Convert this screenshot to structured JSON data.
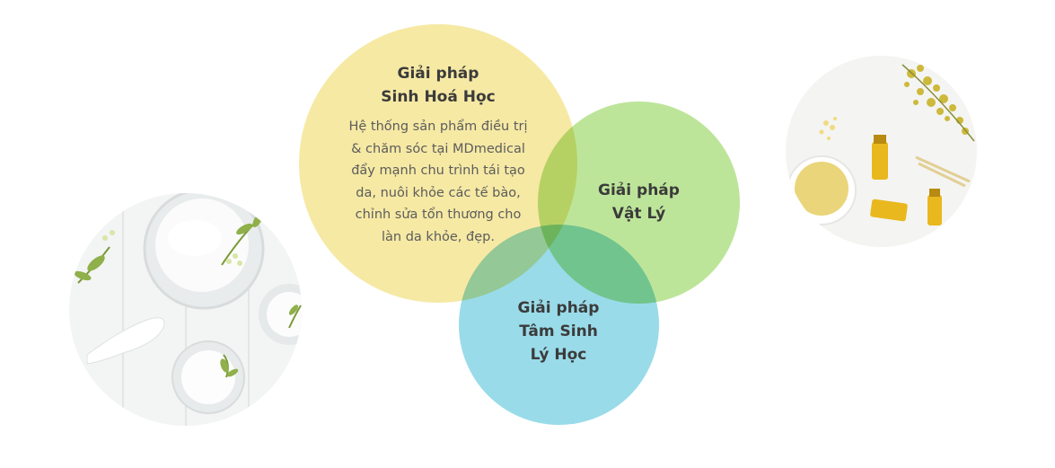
{
  "colors": {
    "yellow_circle": "#f6e9a4",
    "green_circle": "#bde59a",
    "blue_circle": "#99dbe9"
  },
  "photos": {
    "left": "skincare-cream-jars-photo",
    "right": "essential-oils-photo"
  },
  "solutions": {
    "biochemical": {
      "title_line1": "Giải pháp",
      "title_line2": "Sinh Hoá Học",
      "description_lines": [
        "Hệ thống sản phẩm điều trị",
        "& chăm sóc tại MDmedical",
        "đẩy mạnh chu trình tái tạo",
        "da, nuôi khỏe các tế bào,",
        "chỉnh sửa tổn thương cho",
        "làn da khỏe, đẹp."
      ]
    },
    "physical": {
      "title_line1": "Giải pháp",
      "title_line2": "Vật Lý"
    },
    "psychophysiology": {
      "title_line1": "Giải pháp",
      "title_line2": "Tâm Sinh",
      "title_line3": "Lý Học"
    }
  }
}
